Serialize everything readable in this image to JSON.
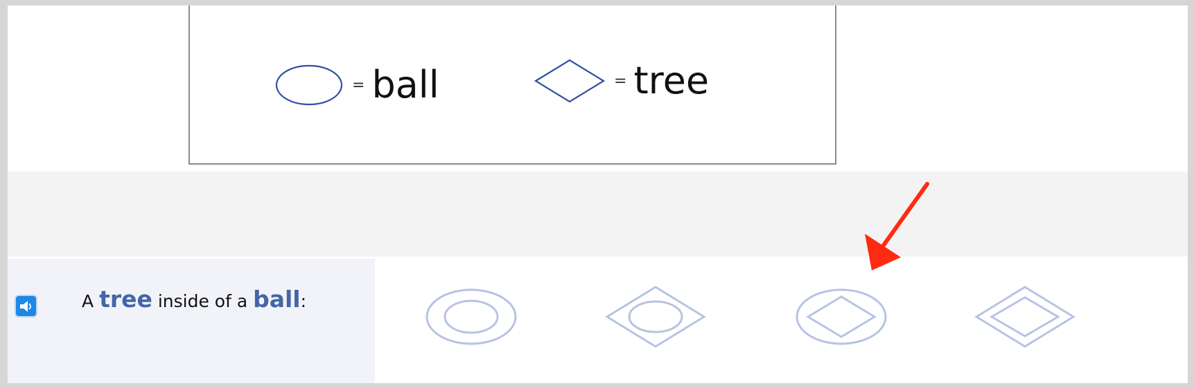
{
  "legend": {
    "ball": {
      "equals": "=",
      "label": "ball",
      "icon": "ellipse-icon"
    },
    "tree": {
      "equals": "=",
      "label": "tree",
      "icon": "diamond-icon"
    }
  },
  "question": {
    "prefix": "A ",
    "keyword1": "tree",
    "middle": " inside of a ",
    "keyword2": "ball",
    "suffix": ":"
  },
  "audio": {
    "icon": "speaker-icon"
  },
  "choices": [
    {
      "description": "ball inside ball",
      "icon": "ball-in-ball-icon"
    },
    {
      "description": "ball inside tree",
      "icon": "ball-in-tree-icon"
    },
    {
      "description": "tree inside ball",
      "icon": "tree-in-ball-icon"
    },
    {
      "description": "tree inside tree",
      "icon": "tree-in-tree-icon"
    }
  ],
  "pointer": {
    "target_choice_number": 3,
    "icon": "red-arrow-icon"
  },
  "colors": {
    "shape_stroke": "#2f4fa3",
    "choice_stroke": "#b7c3e4",
    "keyword": "#4466a8",
    "arrow": "#ff2a12",
    "audio_button": "#1e88e5"
  }
}
